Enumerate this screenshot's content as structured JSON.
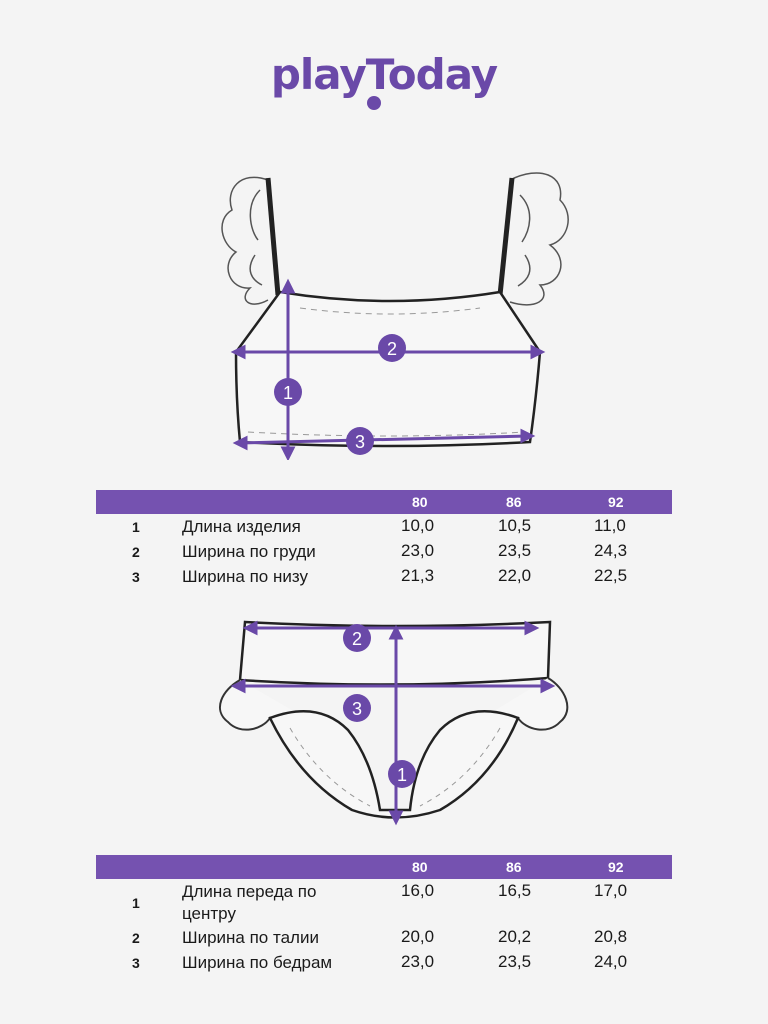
{
  "brand": {
    "logo_text": "playToday",
    "accent_color": "#6a49a8",
    "header_color": "#7552b0"
  },
  "top_table": {
    "sizes": [
      "80",
      "86",
      "92"
    ],
    "rows": [
      {
        "num": "1",
        "name": "Длина изделия",
        "values": [
          "10,0",
          "10,5",
          "11,0"
        ]
      },
      {
        "num": "2",
        "name": "Ширина по груди",
        "values": [
          "23,0",
          "23,5",
          "24,3"
        ]
      },
      {
        "num": "3",
        "name": "Ширина по низу",
        "values": [
          "21,3",
          "22,0",
          "22,5"
        ]
      }
    ]
  },
  "bottom_table": {
    "sizes": [
      "80",
      "86",
      "92"
    ],
    "rows": [
      {
        "num": "1",
        "name": "Длина переда по центру",
        "values": [
          "16,0",
          "16,5",
          "17,0"
        ]
      },
      {
        "num": "2",
        "name": "Ширина по талии",
        "values": [
          "20,0",
          "20,2",
          "20,8"
        ]
      },
      {
        "num": "3",
        "name": "Ширина по бедрам",
        "values": [
          "23,0",
          "23,5",
          "24,0"
        ]
      }
    ]
  },
  "markers": {
    "m1": "1",
    "m2": "2",
    "m3": "3"
  }
}
